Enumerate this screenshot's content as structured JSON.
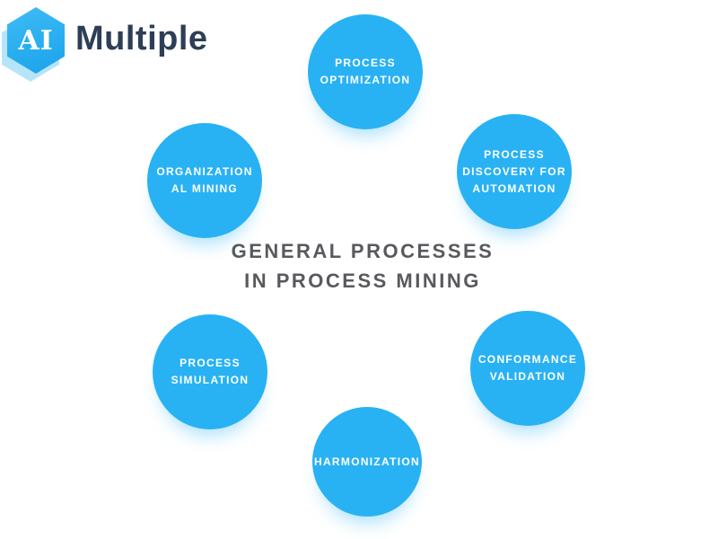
{
  "logo": {
    "badge_text": "AI",
    "brand_name": "Multiple"
  },
  "title": {
    "text": "GENERAL PROCESSES\nIN PROCESS MINING"
  },
  "circles": [
    {
      "name": "process-optimization",
      "label": "PROCESS\nOPTIMIZATION"
    },
    {
      "name": "process-discovery-for-automation",
      "label": "PROCESS\nDISCOVERY FOR\nAUTOMATION"
    },
    {
      "name": "conformance-validation",
      "label": "CONFORMANCE\nVALIDATION"
    },
    {
      "name": "harmonization",
      "label": "HARMONIZATION"
    },
    {
      "name": "process-simulation",
      "label": "PROCESS\nSIMULATION"
    },
    {
      "name": "organizational-mining",
      "label": "ORGANIZATION\nAL MINING"
    }
  ],
  "colors": {
    "circle_blue": "#29b2f3",
    "circle_shadow": "rgba(41,178,243,0.35)",
    "title_gray": "#58595c",
    "brand_navy": "#2d3e55",
    "hex_blue": "#29aef0",
    "hex_shadow_blue": "#8fd7f8",
    "background": "#ffffff",
    "circle_text": "#ffffff"
  }
}
